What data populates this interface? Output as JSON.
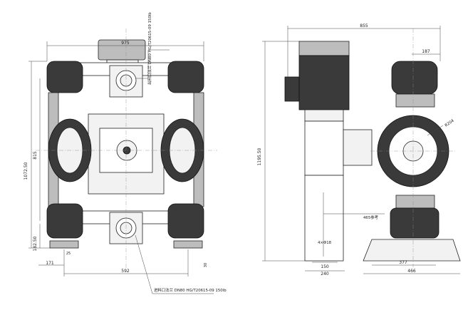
{
  "annotations": {
    "inlet_label": "出料口法兰 DN80 HG/T20615-09 150lb",
    "outlet_label": "进料口法兰 DN80 HG/T20615-09 150lb",
    "clearance_note": "465参考"
  },
  "front_view": {
    "width_top": "975",
    "height_total": "1072.50",
    "height_mid": "815",
    "height_bottom": "182.50",
    "bottom_left": "171",
    "bottom_center": "592",
    "bottom_small_a": "25",
    "bottom_small_b": "30"
  },
  "side_view": {
    "width_total": "855",
    "height_total": "1195.50",
    "top_right": "187",
    "disc_dia": "R204",
    "hole_spec": "4×Φ18",
    "base_a": "150",
    "base_b": "240",
    "base_c": "377",
    "base_d": "466"
  }
}
